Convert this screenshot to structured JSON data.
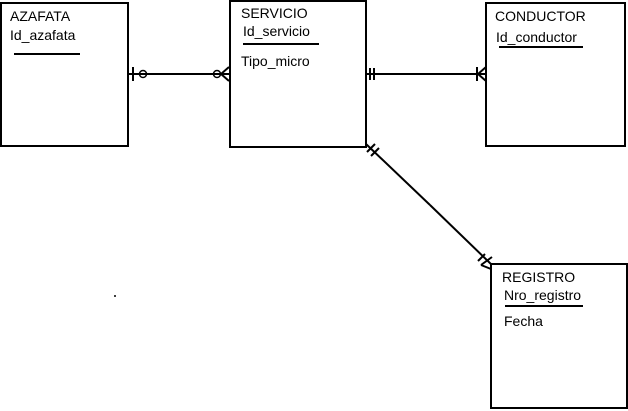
{
  "entities": {
    "azafata": {
      "name": "AZAFATA",
      "key": "Id_azafata",
      "attributes": []
    },
    "servicio": {
      "name": "SERVICIO",
      "key": "Id_servicio",
      "attributes": [
        "Tipo_micro"
      ]
    },
    "conductor": {
      "name": "CONDUCTOR",
      "key": "Id_conductor",
      "attributes": []
    },
    "registro": {
      "name": "REGISTRO",
      "key": "Nro_registro",
      "attributes": [
        "Fecha"
      ]
    }
  },
  "relationships": [
    {
      "from": "AZAFATA",
      "from_cardinality": "one-and-only-one/zero-or-one",
      "to": "SERVICIO",
      "to_cardinality": "zero-or-many"
    },
    {
      "from": "SERVICIO",
      "from_cardinality": "one-and-only-one",
      "to": "CONDUCTOR",
      "to_cardinality": "one-or-many"
    },
    {
      "from": "SERVICIO",
      "from_cardinality": "one-and-only-one",
      "to": "REGISTRO",
      "to_cardinality": "one-or-many"
    }
  ]
}
